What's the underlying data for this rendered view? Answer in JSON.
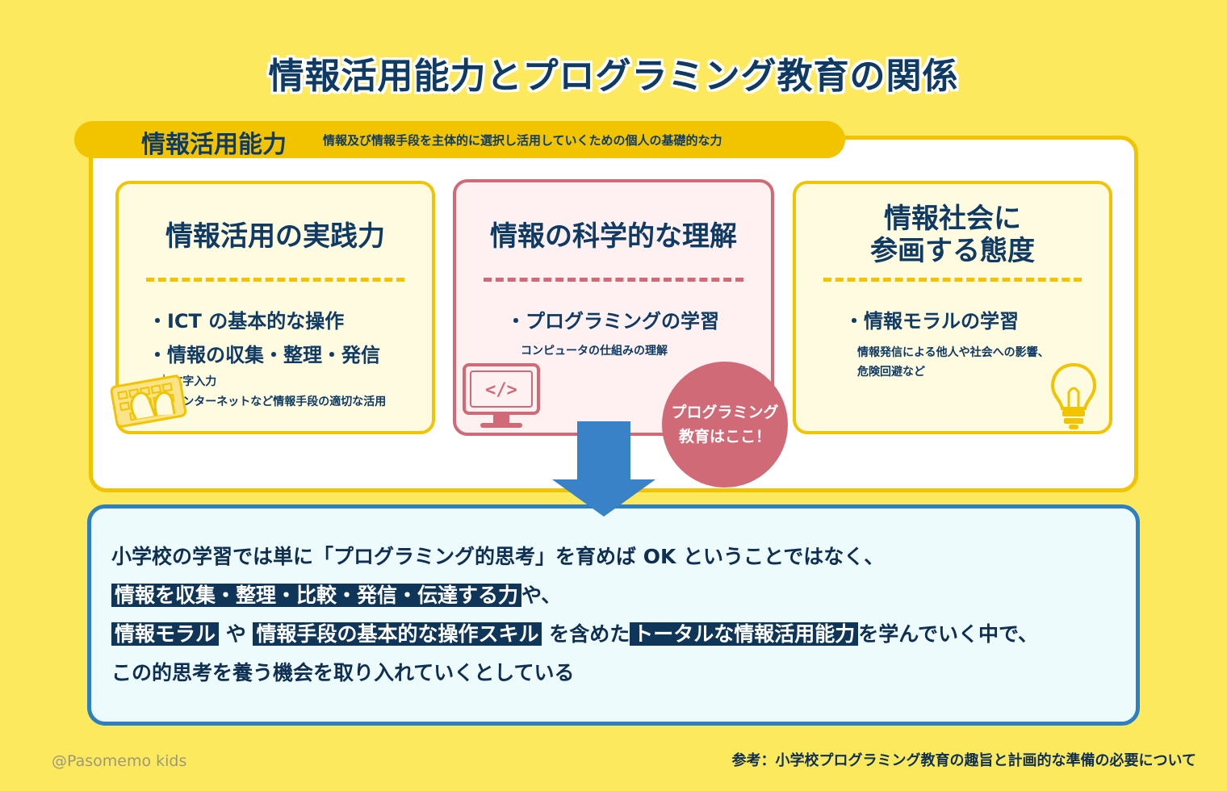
{
  "title": "情報活用能力とプログラミング教育の関係",
  "banner": {
    "title": "情報活用能力",
    "description": "情報及び情報手段を主体的に選択し活用していくための個人の基礎的な力"
  },
  "cards": [
    {
      "title": "情報活用の実践力",
      "items": [
        "・ICT の基本的な操作",
        "・情報の収集・整理・発信"
      ],
      "subs": [
        "└ 文字入力",
        "└ インターネットなど情報手段の適切な活用"
      ]
    },
    {
      "title": "情報の科学的な理解",
      "items": [
        "・プログラミングの学習"
      ],
      "subs": [
        "コンピュータの仕組みの理解"
      ],
      "icon_code": "</>"
    },
    {
      "title_line1": "情報社会に",
      "title_line2": "参画する態度",
      "items": [
        "・情報モラルの学習"
      ],
      "subs": [
        "情報発信による他人や社会への影響、",
        "危険回避など"
      ]
    }
  ],
  "bubble": {
    "line1": "プログラミング",
    "line2": "教育はここ！"
  },
  "bottom": {
    "line1": "小学校の学習では単に「プログラミング的思考」を育めば OK ということではなく、",
    "line2_hl": "情報を収集・整理・比較・発信・伝達する力",
    "line2_rest": "や、",
    "line3_hl1": "情報モラル",
    "line3_mid1": "や",
    "line3_hl2": "情報手段の基本的な操作スキル",
    "line3_mid2": "を含めた",
    "line3_hl3": "トータルな情報活用能力",
    "line3_rest": "を学んでいく中で、",
    "line4": "この的思考を養う機会を取り入れていくとしている"
  },
  "footer": {
    "credit": "@Pasomemo kids",
    "reference": "参考：小学校プログラミング教育の趣旨と計画的な準備の必要について"
  },
  "colors": {
    "background": "#fde95e",
    "accent_yellow": "#f2c400",
    "accent_pink": "#cf6a76",
    "accent_blue": "#2d7fc4",
    "navy": "#0f3558"
  }
}
